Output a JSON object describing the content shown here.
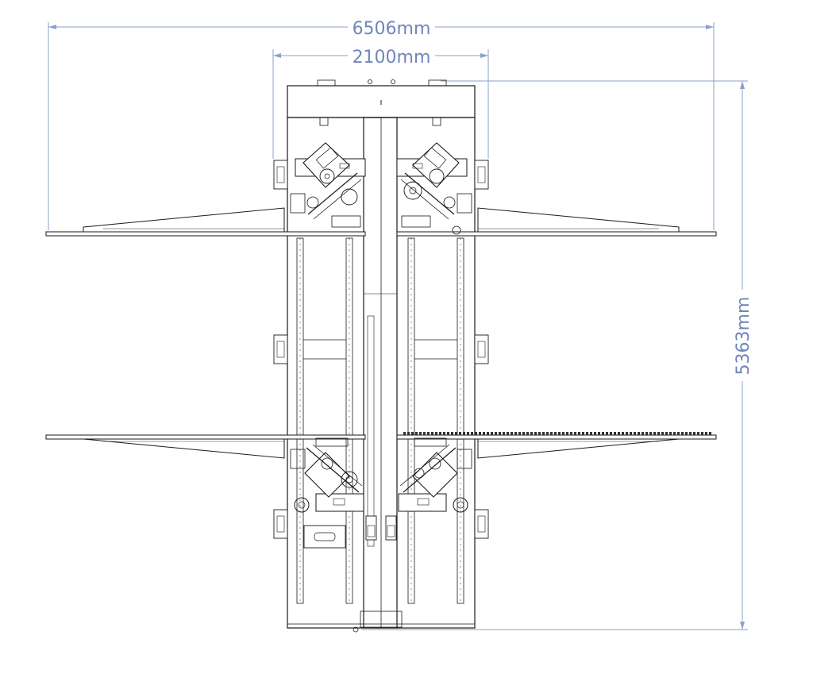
{
  "dimensions": {
    "overall_width": "6506mm",
    "frame_width": "2100mm",
    "overall_height": "5363mm"
  },
  "colors": {
    "dimension_line": "#8aa0cc",
    "dimension_text": "#6f86b8",
    "machine_line": "#1a1a1a",
    "background": "#ffffff"
  }
}
